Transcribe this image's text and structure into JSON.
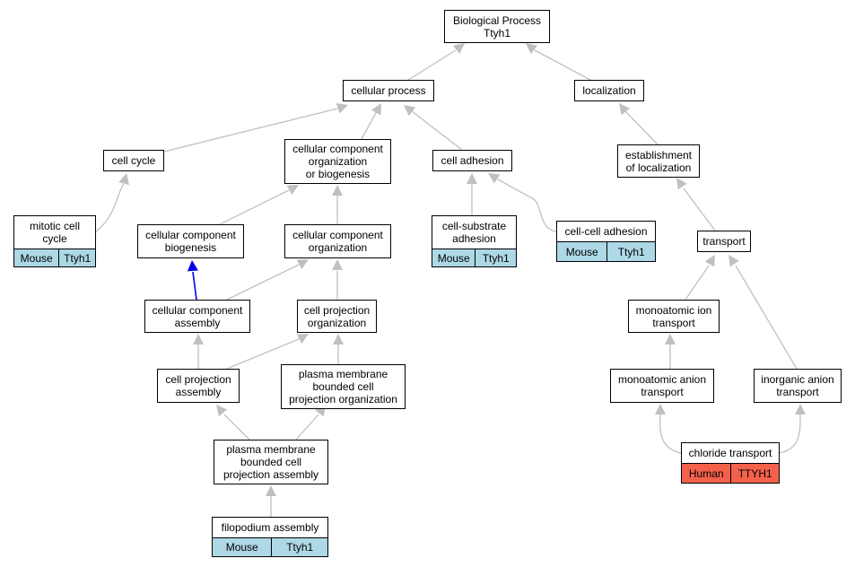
{
  "colors": {
    "edge": "#c0c0c0",
    "highlight_edge": "#0000ee",
    "mouse_tag": "#add8e6",
    "human_tag": "#f4614b"
  },
  "nodes": {
    "bp": "Biological Process\nTtyh1",
    "cellular_process": "cellular process",
    "localization": "localization",
    "cell_cycle": "cell cycle",
    "ccob": "cellular component\norganization\nor biogenesis",
    "cell_adhesion": "cell adhesion",
    "est_localization": "establishment\nof localization",
    "mitotic": "mitotic cell\ncycle",
    "cc_biogenesis": "cellular component\nbiogenesis",
    "cc_organization": "cellular component\norganization",
    "cell_substrate": "cell-substrate\nadhesion",
    "cell_cell": "cell-cell adhesion",
    "transport": "transport",
    "cc_assembly": "cellular component\nassembly",
    "cp_organization": "cell projection\norganization",
    "mono_ion": "monoatomic ion\ntransport",
    "cp_assembly": "cell projection\nassembly",
    "pm_org": "plasma membrane\nbounded cell\nprojection organization",
    "mono_anion": "monoatomic anion\ntransport",
    "inorganic": "inorganic anion\ntransport",
    "pm_assembly": "plasma membrane\nbounded cell\nprojection assembly",
    "chloride": "chloride transport",
    "filopodium": "filopodium assembly"
  },
  "tags": {
    "mitotic": {
      "species": "Mouse",
      "gene": "Ttyh1"
    },
    "cell_substrate": {
      "species": "Mouse",
      "gene": "Ttyh1"
    },
    "cell_cell": {
      "species": "Mouse",
      "gene": "Ttyh1"
    },
    "chloride": {
      "species": "Human",
      "gene": "TTYH1"
    },
    "filopodium": {
      "species": "Mouse",
      "gene": "Ttyh1"
    }
  }
}
